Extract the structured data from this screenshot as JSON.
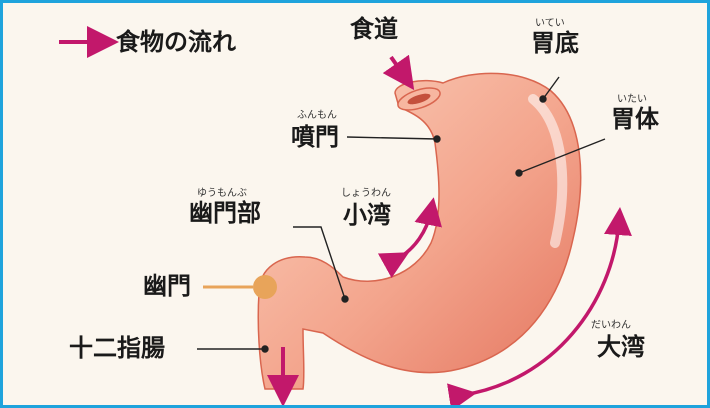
{
  "legend": {
    "text": "食物の流れ"
  },
  "labels": {
    "esophagus": {
      "text": "食道"
    },
    "fundus": {
      "text": "胃底",
      "reading": "いてい"
    },
    "body": {
      "text": "胃体",
      "reading": "いたい"
    },
    "cardia": {
      "text": "噴門",
      "reading": "ふんもん"
    },
    "pyloric_part": {
      "text": "幽門部",
      "reading": "ゆうもんぶ"
    },
    "lesser_curvature": {
      "text": "小湾",
      "reading": "しょうわん"
    },
    "pylorus": {
      "text": "幽門"
    },
    "duodenum": {
      "text": "十二指腸"
    },
    "greater_curvature": {
      "text": "大湾",
      "reading": "だいわん"
    }
  },
  "colors": {
    "frame": "#1ea3dc",
    "background": "#fbf6ee",
    "arrow": "#c2186b",
    "stomach_light": "#fbc7b0",
    "stomach_dark": "#e4745e",
    "pylorus_sphincter": "#e8a45a"
  }
}
